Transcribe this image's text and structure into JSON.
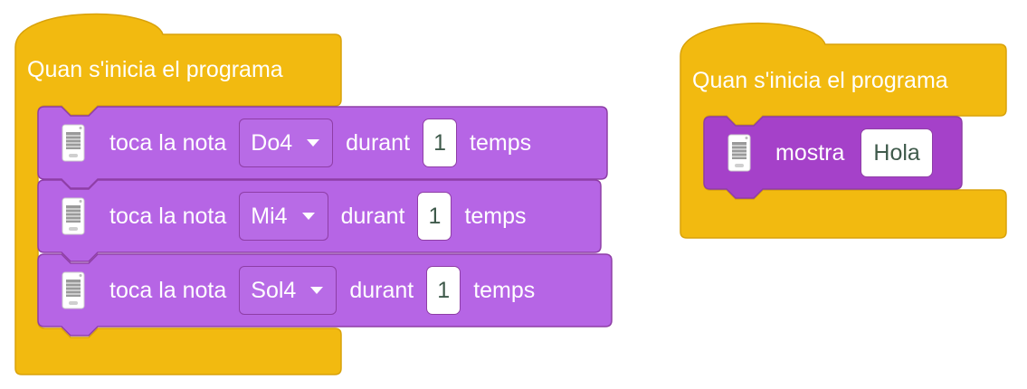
{
  "colors": {
    "event_block": "#F2BA10",
    "event_border": "#D9A20A",
    "command_block": "#B665E5",
    "command_block_alt": "#A541C9",
    "command_border": "#8E3EA6",
    "field_text": "#3f5a4b"
  },
  "scripts": [
    {
      "hat_label": "Quan s'inicia el programa",
      "blocks": [
        {
          "icon": "microbit-board-icon",
          "prefix": "toca la nota",
          "note": "Do4",
          "middle": "durant",
          "beats": "1",
          "suffix": "temps"
        },
        {
          "icon": "microbit-board-icon",
          "prefix": "toca la nota",
          "note": "Mi4",
          "middle": "durant",
          "beats": "1",
          "suffix": "temps"
        },
        {
          "icon": "microbit-board-icon",
          "prefix": "toca la nota",
          "note": "Sol4",
          "middle": "durant",
          "beats": "1",
          "suffix": "temps"
        }
      ]
    },
    {
      "hat_label": "Quan s'inicia el programa",
      "blocks": [
        {
          "icon": "microbit-board-icon",
          "label": "mostra",
          "text": "Hola"
        }
      ]
    }
  ]
}
